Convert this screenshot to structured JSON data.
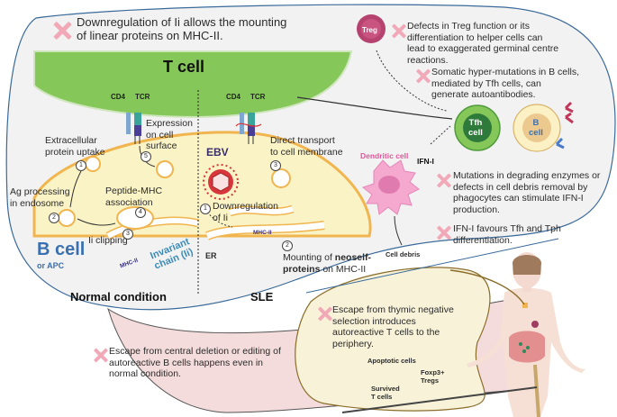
{
  "top_note": "Downregulation of Ii allows the mounting\nof linear proteins on MHC-II.",
  "t_cell": {
    "label": "T cell",
    "receptors_left": [
      "CD4",
      "TCR"
    ],
    "receptors_right": [
      "CD4",
      "TCR"
    ]
  },
  "normal": {
    "title": "Normal condition",
    "cell_label": "B cell",
    "cell_sublabel": "or APC",
    "steps": [
      {
        "num": "1",
        "label": "Extracellular\nprotein uptake"
      },
      {
        "num": "2",
        "label": "Ag processing\nin endosome"
      },
      {
        "num": "3",
        "label": "Ii clipping"
      },
      {
        "num": "4",
        "label": "Peptide-MHC\nassociation"
      },
      {
        "num": "5",
        "label": "Expression\non cell\nsurface"
      }
    ],
    "mhc_label": "MHC-II",
    "invariant_label": "Invariant\nchain (Ii)"
  },
  "sle": {
    "title": "SLE",
    "virus_label": "EBV",
    "er_label": "ER",
    "mhc_label": "MHC-II",
    "steps": [
      {
        "num": "1",
        "label": "Downregulation\nof Ii"
      },
      {
        "num": "2",
        "label_plain": "Mounting of ",
        "label_bold": "neoself-\nproteins",
        "label_tail": " on MHC-II"
      },
      {
        "num": "3",
        "label": "Direct transport\nto cell membrane"
      }
    ]
  },
  "right_panel": {
    "treg_label": "Treg",
    "notes": [
      "Defects in Treg function or its\ndifferentiation to helper cells can\nlead to exaggerated germinal centre\nreactions.",
      "Somatic hyper-mutations in B cells,\nmediated by Tfh cells, can\ngenerate autoantibodies.",
      "Mutations in degrading enzymes or\ndefects in cell debris removal by\nphagocytes can stimulate IFN-I\nproduction.",
      "IFN-I favours Tfh and Tph\ndifferentiation."
    ],
    "tfh_label": "Tfh\ncell",
    "bcell_label": "B\ncell",
    "dendritic_label": "Dendritic cell",
    "ifn_label": "IFN-I",
    "debris_label": "Cell debris"
  },
  "bone_marrow": {
    "note": "Escape from central deletion or editing of\nautoreactive B cells happens even in\nnormal condition."
  },
  "thymus": {
    "note": "Escape from thymic negative\nselection introduces\nautoreactive T cells to the\nperiphery.",
    "apoptotic_label": "Apoptotic cells",
    "survived_label": "Survived\nT cells",
    "treg_label": "Foxp3+\nTregs"
  },
  "colors": {
    "t_cell_green": "#86c75a",
    "b_cell_yellow": "#faf3c6",
    "membrane_orange": "#f1b54f",
    "outline_blue": "#3a6a9a",
    "x_pink": "#f1a9b8",
    "panel_grey": "#f2f2f2",
    "bone_marrow_pink": "#f4dcdc",
    "thymus_cream": "#f7f2d8",
    "invariant_blue": "#3d8bb8",
    "dendritic_pink": "#e0559a",
    "treg_magenta": "#b5426f"
  }
}
